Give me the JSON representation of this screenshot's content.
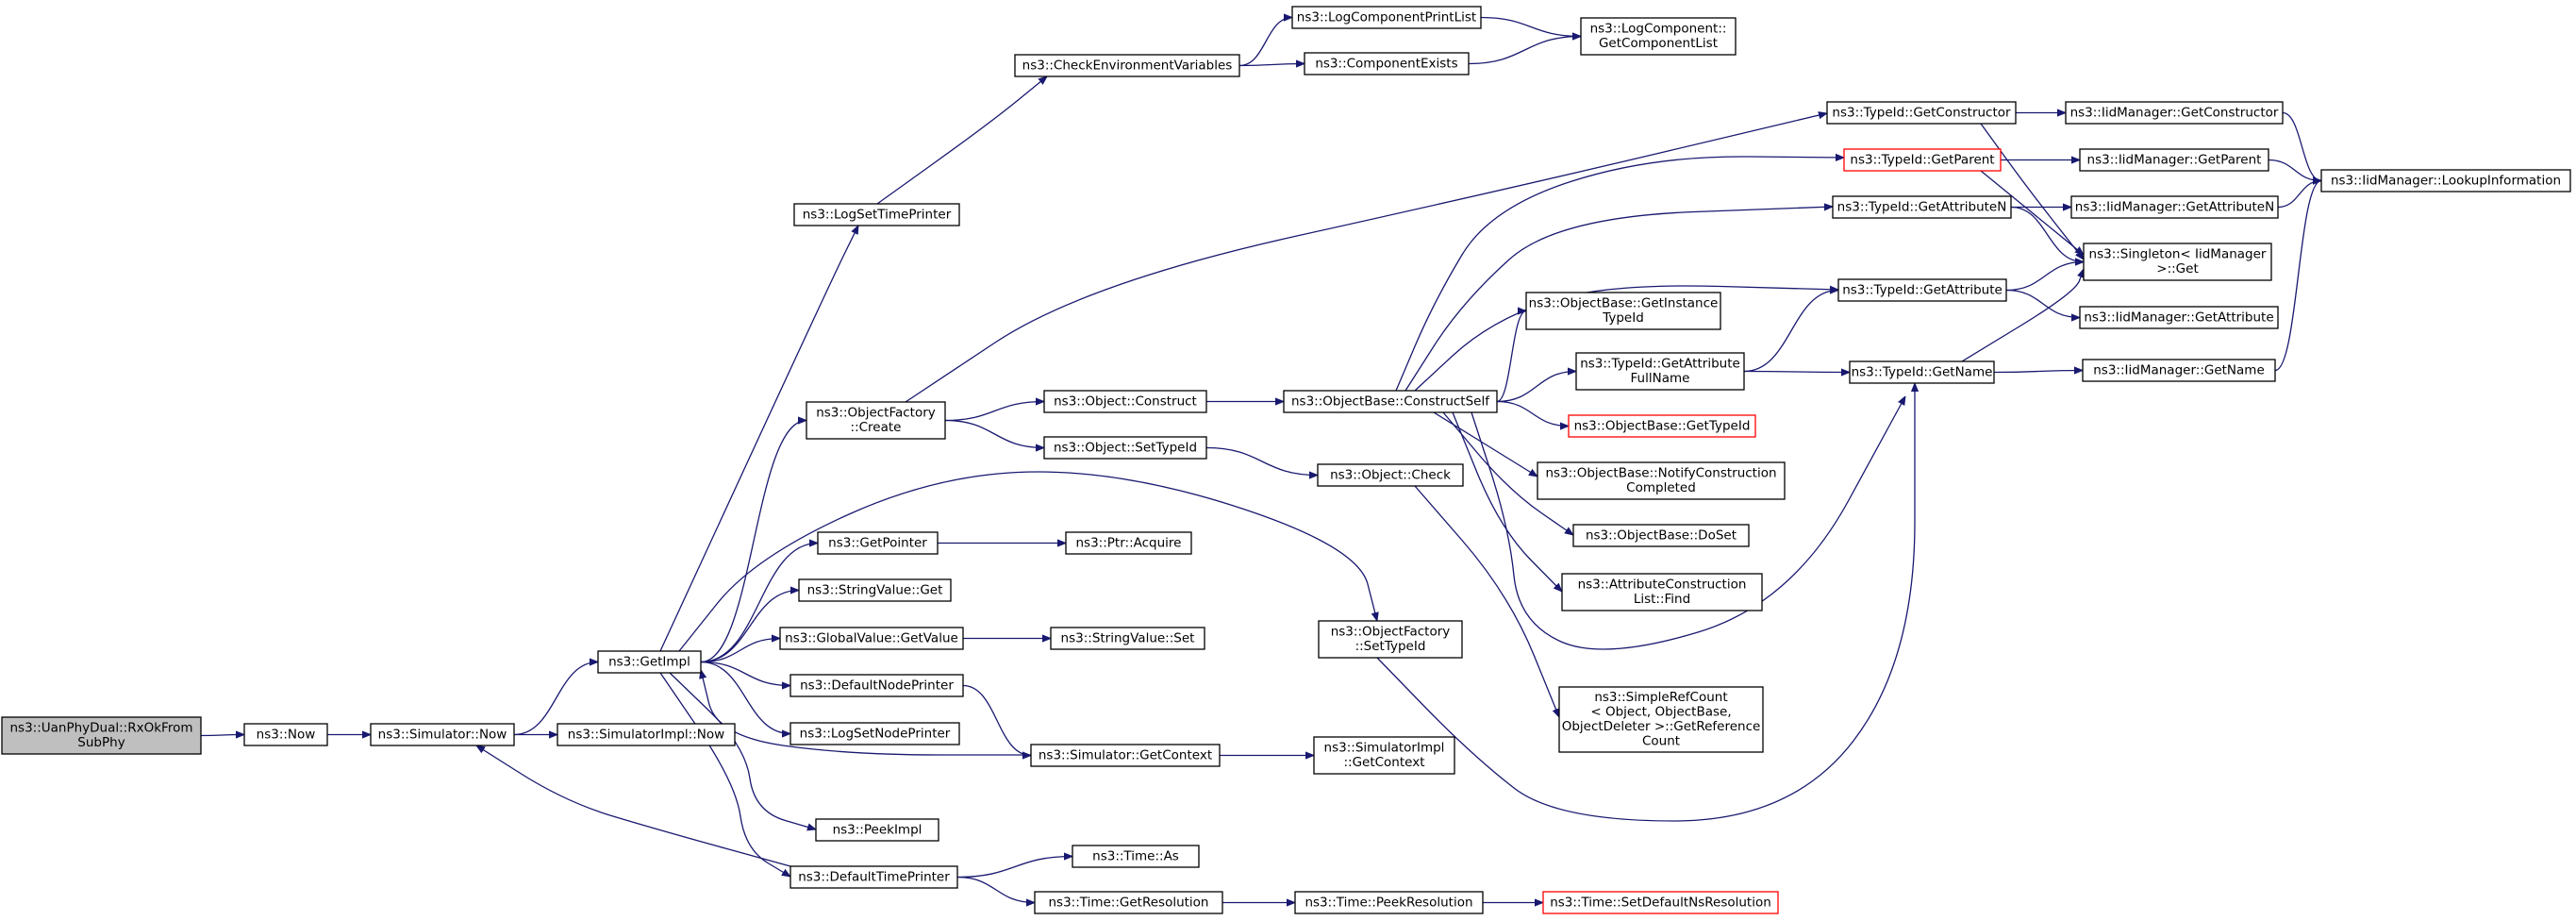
{
  "colors": {
    "edge": "#191970",
    "node_border": "#000000",
    "truncated_border": "#ff0000",
    "root_fill": "#bfbfbf"
  },
  "nodes": [
    {
      "id": "rxok",
      "lines": [
        "ns3::UanPhyDual::RxOkFrom",
        "SubPhy"
      ],
      "type": "root"
    },
    {
      "id": "now",
      "lines": [
        "ns3::Now"
      ]
    },
    {
      "id": "simnow",
      "lines": [
        "ns3::Simulator::Now"
      ]
    },
    {
      "id": "simimplnow",
      "lines": [
        "ns3::SimulatorImpl::Now"
      ]
    },
    {
      "id": "getimpl",
      "lines": [
        "ns3::GetImpl"
      ]
    },
    {
      "id": "logsettime",
      "lines": [
        "ns3::LogSetTimePrinter"
      ]
    },
    {
      "id": "checkenv",
      "lines": [
        "ns3::CheckEnvironmentVariables"
      ]
    },
    {
      "id": "logcompprint",
      "lines": [
        "ns3::LogComponentPrintList"
      ]
    },
    {
      "id": "compexists",
      "lines": [
        "ns3::ComponentExists"
      ]
    },
    {
      "id": "getcomplist",
      "lines": [
        "ns3::LogComponent::",
        "GetComponentList"
      ]
    },
    {
      "id": "ofcreate",
      "lines": [
        "ns3::ObjectFactory",
        "::Create"
      ]
    },
    {
      "id": "objconstruct",
      "lines": [
        "ns3::Object::Construct"
      ]
    },
    {
      "id": "objsettypeid",
      "lines": [
        "ns3::Object::SetTypeId"
      ]
    },
    {
      "id": "constructself",
      "lines": [
        "ns3::ObjectBase::ConstructSelf"
      ]
    },
    {
      "id": "objcheck",
      "lines": [
        "ns3::Object::Check"
      ]
    },
    {
      "id": "getpointer",
      "lines": [
        "ns3::GetPointer"
      ]
    },
    {
      "id": "ptracquire",
      "lines": [
        "ns3::Ptr::Acquire"
      ]
    },
    {
      "id": "strvalget",
      "lines": [
        "ns3::StringValue::Get"
      ]
    },
    {
      "id": "gvgetvalue",
      "lines": [
        "ns3::GlobalValue::GetValue"
      ]
    },
    {
      "id": "strvalset",
      "lines": [
        "ns3::StringValue::Set"
      ]
    },
    {
      "id": "defnodeprinter",
      "lines": [
        "ns3::DefaultNodePrinter"
      ]
    },
    {
      "id": "logsetnode",
      "lines": [
        "ns3::LogSetNodePrinter"
      ]
    },
    {
      "id": "simgetctx",
      "lines": [
        "ns3::Simulator::GetContext"
      ]
    },
    {
      "id": "simimplgetctx",
      "lines": [
        "ns3::SimulatorImpl",
        "::GetContext"
      ]
    },
    {
      "id": "peekimpl",
      "lines": [
        "ns3::PeekImpl"
      ]
    },
    {
      "id": "deftimeprinter",
      "lines": [
        "ns3::DefaultTimePrinter"
      ]
    },
    {
      "id": "timeas",
      "lines": [
        "ns3::Time::As"
      ]
    },
    {
      "id": "timegetres",
      "lines": [
        "ns3::Time::GetResolution"
      ]
    },
    {
      "id": "timepeekres",
      "lines": [
        "ns3::Time::PeekResolution"
      ]
    },
    {
      "id": "setdefns",
      "lines": [
        "ns3::Time::SetDefaultNsResolution"
      ],
      "type": "trunc"
    },
    {
      "id": "ofsettypeid",
      "lines": [
        "ns3::ObjectFactory",
        "::SetTypeId"
      ]
    },
    {
      "id": "getinstancetid",
      "lines": [
        "ns3::ObjectBase::GetInstance",
        "TypeId"
      ]
    },
    {
      "id": "tidgetattrfull",
      "lines": [
        "ns3::TypeId::GetAttribute",
        "FullName"
      ]
    },
    {
      "id": "obgettypeid",
      "lines": [
        "ns3::ObjectBase::GetTypeId"
      ],
      "type": "trunc"
    },
    {
      "id": "notifyconst",
      "lines": [
        "ns3::ObjectBase::NotifyConstruction",
        "Completed"
      ]
    },
    {
      "id": "doset",
      "lines": [
        "ns3::ObjectBase::DoSet"
      ]
    },
    {
      "id": "attrconstfind",
      "lines": [
        "ns3::AttributeConstruction",
        "List::Find"
      ]
    },
    {
      "id": "simplerefcount",
      "lines": [
        "ns3::SimpleRefCount",
        "< Object, ObjectBase,",
        "ObjectDeleter >::GetReference",
        "Count"
      ]
    },
    {
      "id": "tidgetconstructor",
      "lines": [
        "ns3::TypeId::GetConstructor"
      ]
    },
    {
      "id": "tidgetparent",
      "lines": [
        "ns3::TypeId::GetParent"
      ],
      "type": "trunc"
    },
    {
      "id": "tidgetattrn",
      "lines": [
        "ns3::TypeId::GetAttributeN"
      ]
    },
    {
      "id": "tidgetattr",
      "lines": [
        "ns3::TypeId::GetAttribute"
      ]
    },
    {
      "id": "tidgetname",
      "lines": [
        "ns3::TypeId::GetName"
      ]
    },
    {
      "id": "iidgetconstructor",
      "lines": [
        "ns3::IidManager::GetConstructor"
      ]
    },
    {
      "id": "iidgetparent",
      "lines": [
        "ns3::IidManager::GetParent"
      ]
    },
    {
      "id": "iidgetattrn",
      "lines": [
        "ns3::IidManager::GetAttributeN"
      ]
    },
    {
      "id": "singletonget",
      "lines": [
        "ns3::Singleton< IidManager",
        ">::Get"
      ]
    },
    {
      "id": "iidgetattr",
      "lines": [
        "ns3::IidManager::GetAttribute"
      ]
    },
    {
      "id": "iidgetname",
      "lines": [
        "ns3::IidManager::GetName"
      ]
    },
    {
      "id": "iidlookup",
      "lines": [
        "ns3::IidManager::LookupInformation"
      ]
    }
  ],
  "edges": [
    [
      "rxok",
      "now"
    ],
    [
      "now",
      "simnow"
    ],
    [
      "simnow",
      "simimplnow"
    ],
    [
      "simnow",
      "getimpl"
    ],
    [
      "getimpl",
      "logsettime"
    ],
    [
      "logsettime",
      "checkenv"
    ],
    [
      "checkenv",
      "logcompprint"
    ],
    [
      "checkenv",
      "compexists"
    ],
    [
      "logcompprint",
      "getcomplist"
    ],
    [
      "compexists",
      "getcomplist"
    ],
    [
      "getimpl",
      "ofcreate"
    ],
    [
      "ofcreate",
      "objconstruct"
    ],
    [
      "ofcreate",
      "objsettypeid"
    ],
    [
      "ofcreate",
      "tidgetconstructor"
    ],
    [
      "objconstruct",
      "constructself"
    ],
    [
      "objsettypeid",
      "objcheck"
    ],
    [
      "objcheck",
      "simplerefcount"
    ],
    [
      "getimpl",
      "getpointer"
    ],
    [
      "getpointer",
      "ptracquire"
    ],
    [
      "getimpl",
      "strvalget"
    ],
    [
      "getimpl",
      "gvgetvalue"
    ],
    [
      "gvgetvalue",
      "strvalset"
    ],
    [
      "getimpl",
      "defnodeprinter"
    ],
    [
      "getimpl",
      "logsetnode"
    ],
    [
      "defnodeprinter",
      "simgetctx"
    ],
    [
      "simgetctx",
      "getimpl"
    ],
    [
      "simgetctx",
      "simimplgetctx"
    ],
    [
      "getimpl",
      "peekimpl"
    ],
    [
      "getimpl",
      "deftimeprinter"
    ],
    [
      "getimpl",
      "ofsettypeid"
    ],
    [
      "deftimeprinter",
      "simnow"
    ],
    [
      "deftimeprinter",
      "timeas"
    ],
    [
      "deftimeprinter",
      "timegetres"
    ],
    [
      "timegetres",
      "timepeekres"
    ],
    [
      "timepeekres",
      "setdefns"
    ],
    [
      "ofsettypeid",
      "tidgetname"
    ],
    [
      "constructself",
      "getinstancetid"
    ],
    [
      "constructself",
      "tidgetattrfull"
    ],
    [
      "constructself",
      "obgettypeid"
    ],
    [
      "constructself",
      "notifyconst"
    ],
    [
      "constructself",
      "doset"
    ],
    [
      "constructself",
      "attrconstfind"
    ],
    [
      "constructself",
      "tidgetparent"
    ],
    [
      "constructself",
      "tidgetattrn"
    ],
    [
      "constructself",
      "tidgetattr"
    ],
    [
      "constructself",
      "tidgetname"
    ],
    [
      "tidgetattrfull",
      "tidgetattr"
    ],
    [
      "tidgetattrfull",
      "tidgetname"
    ],
    [
      "tidgetconstructor",
      "iidgetconstructor"
    ],
    [
      "tidgetconstructor",
      "singletonget"
    ],
    [
      "tidgetparent",
      "iidgetparent"
    ],
    [
      "tidgetparent",
      "singletonget"
    ],
    [
      "tidgetattrn",
      "iidgetattrn"
    ],
    [
      "tidgetattrn",
      "singletonget"
    ],
    [
      "tidgetattr",
      "singletonget"
    ],
    [
      "tidgetattr",
      "iidgetattr"
    ],
    [
      "tidgetname",
      "singletonget"
    ],
    [
      "tidgetname",
      "iidgetname"
    ],
    [
      "iidgetconstructor",
      "iidlookup"
    ],
    [
      "iidgetparent",
      "iidlookup"
    ],
    [
      "iidgetattrn",
      "iidlookup"
    ],
    [
      "iidgetname",
      "iidlookup"
    ]
  ]
}
